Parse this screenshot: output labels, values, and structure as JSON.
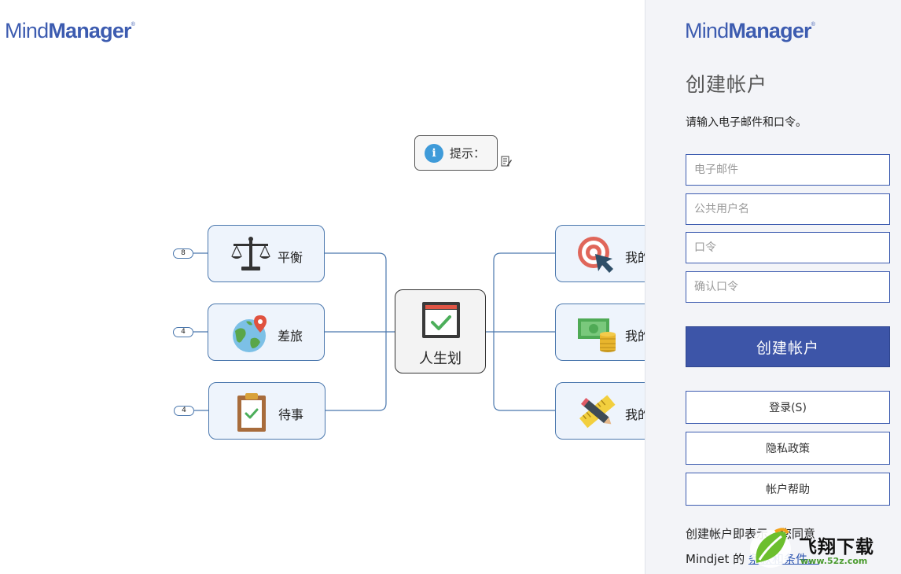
{
  "brand": {
    "name_light": "Mind",
    "name_bold": "Manager",
    "mark": "®",
    "color": "#3d5cb0"
  },
  "map": {
    "callout": {
      "label": "提示：",
      "icon": "info-icon"
    },
    "note_icon": "note-icon",
    "center": {
      "label": "人生划",
      "icon": "calendar-check-icon"
    },
    "left_topics": [
      {
        "label": "平衡",
        "icon": "scales-icon",
        "badge": "8"
      },
      {
        "label": "差旅",
        "icon": "globe-pin-icon",
        "badge": "4"
      },
      {
        "label": "待事",
        "icon": "clipboard-check-icon",
        "badge": "4"
      }
    ],
    "right_topics": [
      {
        "label": "我的",
        "icon": "target-cursor-icon"
      },
      {
        "label": "我的",
        "icon": "money-coins-icon"
      },
      {
        "label": "我的",
        "icon": "pencil-ruler-icon"
      }
    ]
  },
  "panel": {
    "title": "创建帐户",
    "instruction": "请输入电子邮件和口令。",
    "email_placeholder": "电子邮件",
    "username_placeholder": "公共用户名",
    "password_placeholder": "口令",
    "confirm_placeholder": "确认口令",
    "create_button": "创建帐户",
    "login_button": "登录(S)",
    "privacy_button": "隐私政策",
    "help_button": "帐户帮助",
    "terms_line1": "创建帐户即表示，您同意",
    "terms_prefix": "Mindjet 的",
    "terms_link": "条款和条件。",
    "accent_color": "#3d55a8"
  },
  "watermark": {
    "text": "飞翔下载",
    "url": "www.52z.com"
  }
}
